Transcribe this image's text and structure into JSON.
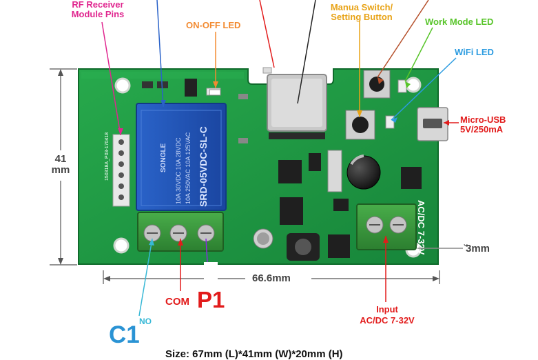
{
  "labels": {
    "rf_line1": "RF Receiver",
    "rf_line2": "Module Pins",
    "on_off_led": "ON-OFF LED",
    "manual_line1": "Manua Switch/",
    "manual_line2": "Setting Button",
    "work_mode_led": "Work Mode LED",
    "wifi_led": "WiFi LED",
    "usb_line1": "Micro-USB",
    "usb_line2": "5V/250mA",
    "height_value": "41",
    "height_unit": "mm",
    "hole": "̆3mm",
    "length": "66.6mm",
    "com": "COM",
    "p1": "P1",
    "no": "NO",
    "c1": "C1",
    "input_line1": "Input",
    "input_line2": "AC/DC 7-32V",
    "bottom_partial": "Size: 67mm (L)*41mm (W)*20mm (H)"
  },
  "board": {
    "relay_text_1": "SONGLE",
    "relay_text_2": "10A 250VAC  10A 125VAC",
    "relay_text_3": "10A 30VDC  10A 28VDC",
    "relay_text_4": "SRD-05VDC-SL-C",
    "terminal_text": "AC/DC 7-32V",
    "pcb_code": "150318A_P03-170418"
  },
  "colors": {
    "rf": "#e0268f",
    "on_off": "#f28a30",
    "manual": "#e8a317",
    "work": "#58c52a",
    "wifi": "#2b9be0",
    "red": "#e21b1b",
    "teal": "#37b8d6",
    "dimension": "#444444",
    "pcb": "#1f9a44",
    "relay": "#1f55b8",
    "terminal": "#3a9a3d"
  }
}
